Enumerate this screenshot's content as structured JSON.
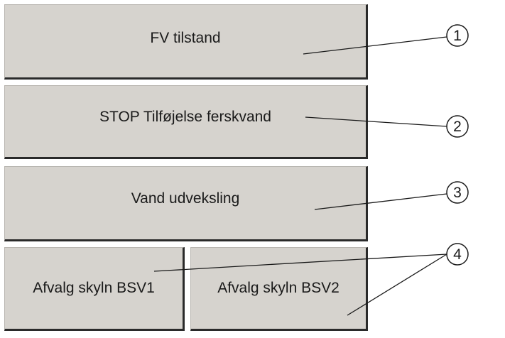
{
  "buttons": [
    {
      "label": "FV tilstand"
    },
    {
      "label": "STOP Tilføjelse ferskvand"
    },
    {
      "label": "Vand udveksling"
    },
    {
      "label": "Afvalg skyln BSV1"
    },
    {
      "label": "Afvalg skyln BSV2"
    }
  ],
  "callouts": [
    "1",
    "2",
    "3",
    "4"
  ],
  "colors": {
    "button_face": "#d6d3ce",
    "button_shadow": "#2a2a2a",
    "text": "#1a1a1a"
  }
}
